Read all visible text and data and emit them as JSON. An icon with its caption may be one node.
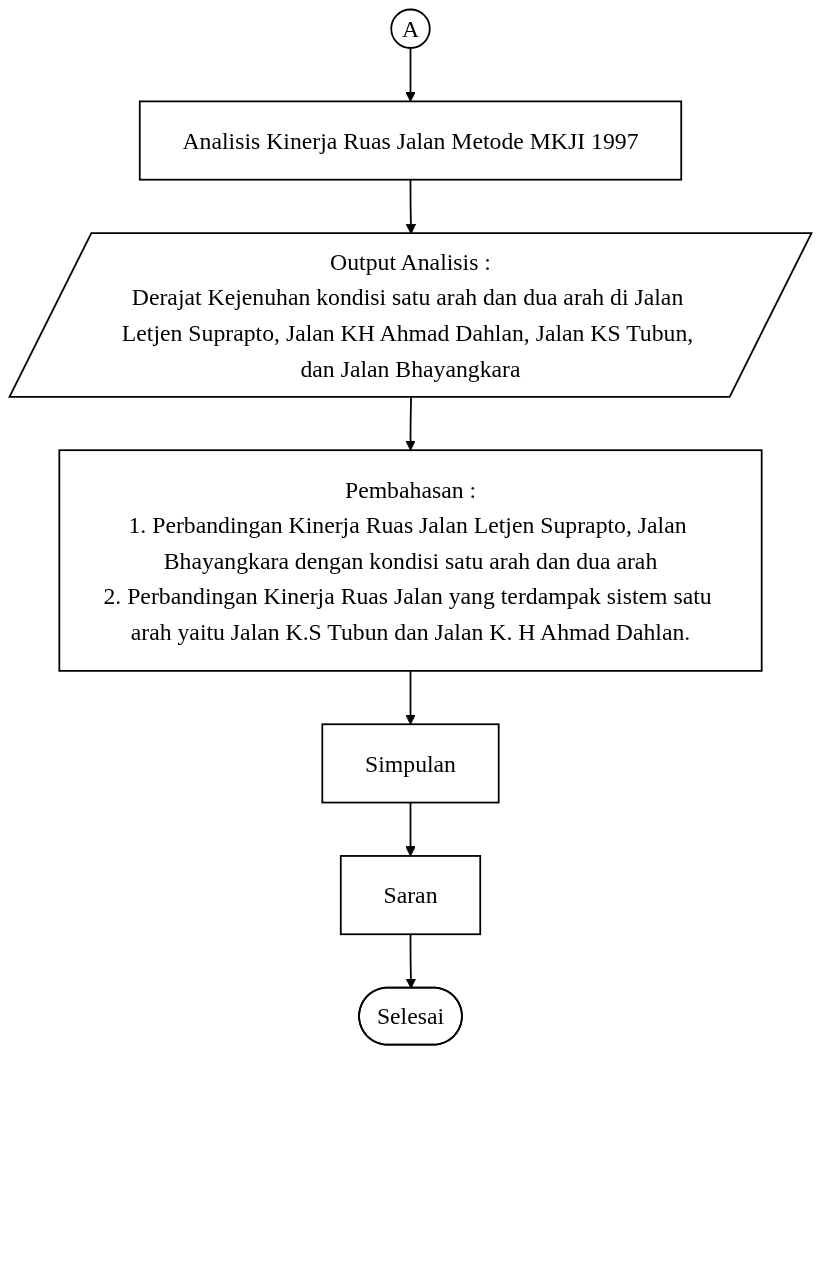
{
  "diagram": {
    "nodes": [
      {
        "text": [
          "A"
        ]
      },
      {
        "text": [
          "Analisis Kinerja Ruas Jalan Metode MKJI 1997"
        ]
      },
      {
        "text": [
          "Output Analisis :",
          "Derajat Kejenuhan kondisi satu arah dan dua arah di Jalan Letjen Suprapto, Jalan KH Ahmad Dahlan, Jalan KS Tubun, dan Jalan Bhayangkara"
        ]
      },
      {
        "text": [
          "Pembahasan :",
          "1. Perbandingan Kinerja Ruas Jalan Letjen Suprapto, Jalan Bhayangkara dengan kondisi satu arah dan dua arah",
          "2. Perbandingan Kinerja Ruas Jalan yang terdampak sistem satu arah yaitu Jalan K.S Tubun dan Jalan K. H Ahmad Dahlan."
        ]
      },
      {
        "text": [
          "Simpulan"
        ]
      },
      {
        "text": [
          "Saran"
        ]
      },
      {
        "text": [
          "Selesai"
        ]
      }
    ],
    "edges": [
      {
        "from": 0,
        "to": 1,
        "arrow": "to"
      },
      {
        "from": 1,
        "to": 2,
        "arrow": "to"
      },
      {
        "from": 2,
        "to": 3,
        "arrow": "to"
      },
      {
        "from": 3,
        "to": 4,
        "arrow": "to"
      },
      {
        "from": 4,
        "to": 5,
        "arrow": "to"
      },
      {
        "from": 5,
        "to": 6,
        "arrow": "to"
      }
    ]
  }
}
